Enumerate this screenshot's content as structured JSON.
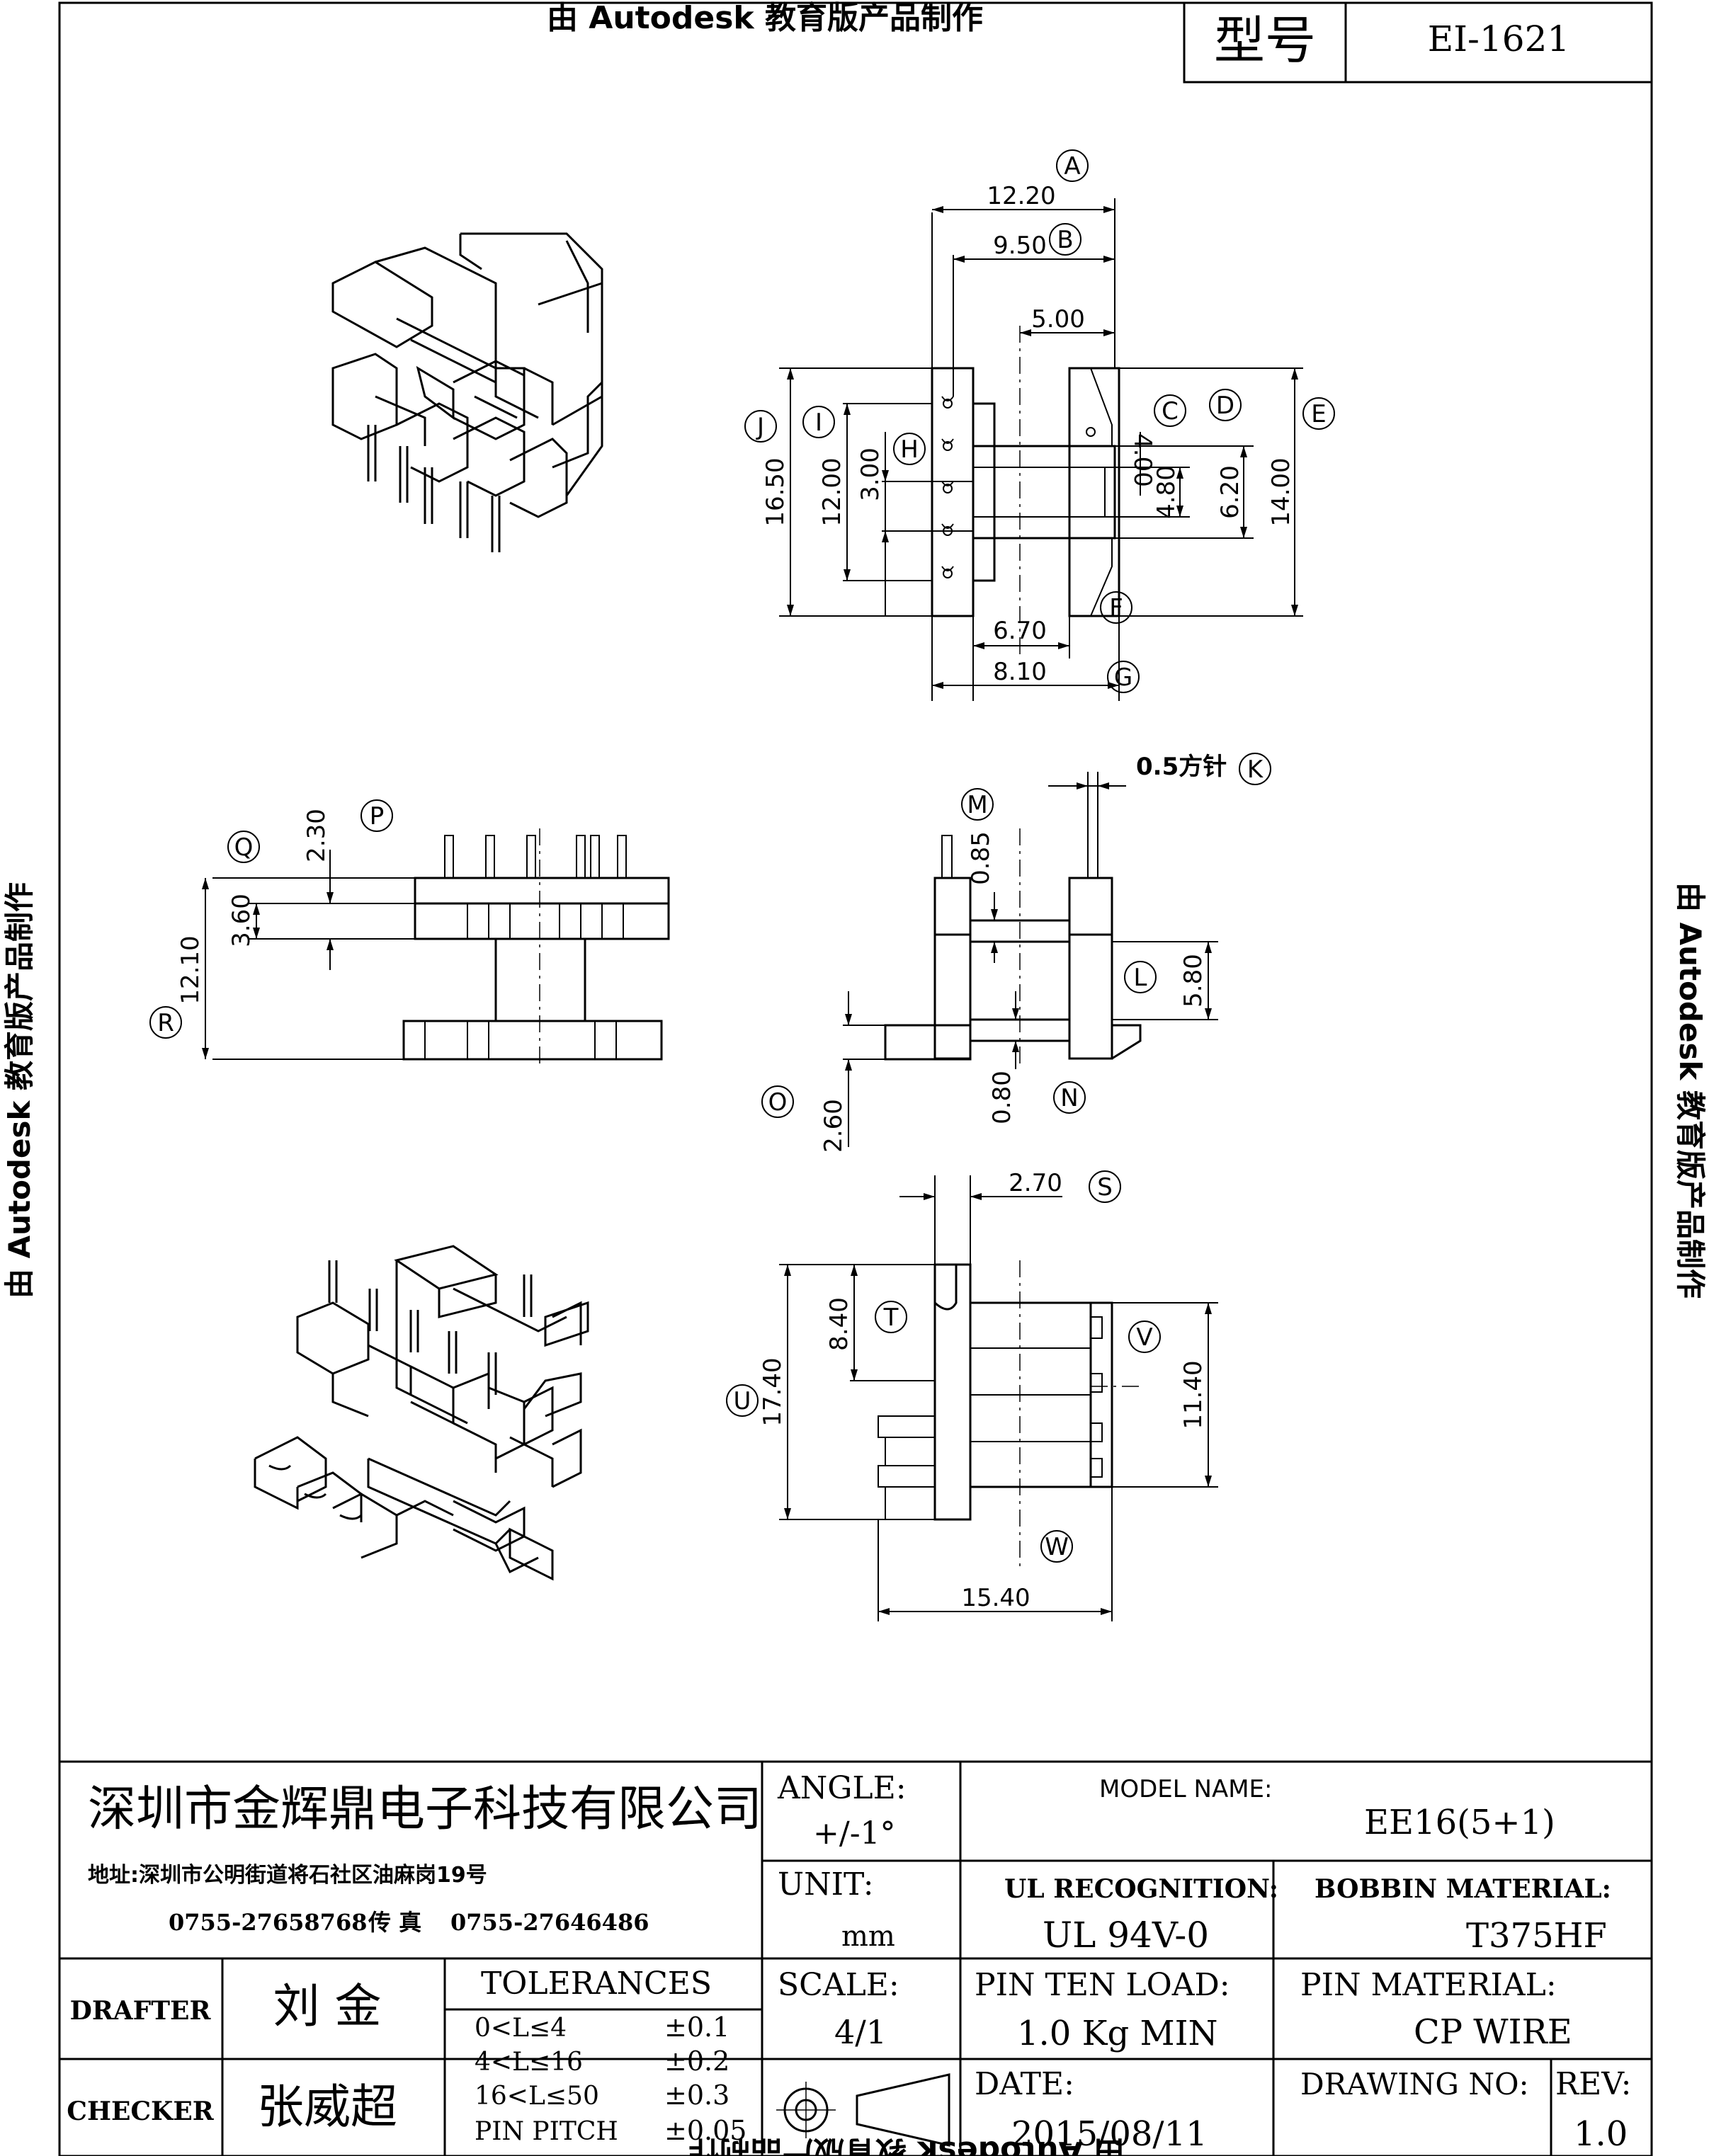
{
  "watermark": "由 Autodesk 教育版产品制作",
  "title_block_top": {
    "label": "型号",
    "value": "EI-1621"
  },
  "callouts": [
    "A",
    "B",
    "C",
    "D",
    "E",
    "F",
    "G",
    "H",
    "I",
    "J",
    "K",
    "L",
    "M",
    "N",
    "O",
    "P",
    "Q",
    "R",
    "S",
    "T",
    "U",
    "V",
    "W"
  ],
  "dims": {
    "top_view": {
      "a": "12.20",
      "b": "9.50",
      "c": "5.00",
      "d1": "4.00",
      "d2": "4.80",
      "d3": "6.20",
      "e": "14.00",
      "f": "6.70",
      "g": "8.10",
      "h": "3.00",
      "i": "12.00",
      "j": "16.50"
    },
    "side_view_left": {
      "p": "2.30",
      "q": "3.60",
      "r": "12.10"
    },
    "side_view_right": {
      "k": "0.5方针",
      "m": "0.85",
      "l": "5.80",
      "n": "0.80",
      "o": "2.60"
    },
    "bottom_view": {
      "s": "2.70",
      "t": "8.40",
      "u": "17.40",
      "v": "11.40",
      "w": "15.40"
    }
  },
  "title_block": {
    "company": "深圳市金辉鼎电子科技有限公司",
    "address": "地址:深圳市公明街道将石社区油麻岗19号",
    "phone": "0755-27658768",
    "fax_label": "传 真",
    "fax": "0755-27646486",
    "angle_label": "ANGLE:",
    "angle_value": "+/-1°",
    "unit_label": "UNIT:",
    "unit_value": "mm",
    "scale_label": "SCALE:",
    "scale_value": "4/1",
    "model_label": "MODEL NAME:",
    "model_value": "EE16(5+1)",
    "ul_label": "UL RECOGNITION:",
    "ul_value": "UL 94V-0",
    "bobbin_label": "BOBBIN MATERIAL:",
    "bobbin_value": "T375HF",
    "pin_load_label": "PIN TEN LOAD:",
    "pin_load_value": "1.0 Kg MIN",
    "pin_material_label": "PIN MATERIAL:",
    "pin_material_value": "CP WIRE",
    "drafter_label": "DRAFTER",
    "drafter_value": "刘  金",
    "checker_label": "CHECKER",
    "checker_value": "张威超",
    "tolerances_label": "TOLERANCES",
    "tolerances": [
      {
        "range": "0<L≤4",
        "value": "±0.1"
      },
      {
        "range": "4<L≤16",
        "value": "±0.2"
      },
      {
        "range": "16<L≤50",
        "value": "±0.3"
      },
      {
        "range": "PIN PITCH",
        "value": "±0.05"
      }
    ],
    "date_label": "DATE:",
    "date_value": "2015/08/11",
    "drawing_no_label": "DRAWING NO:",
    "rev_label": "REV:",
    "rev_value": "1.0"
  }
}
